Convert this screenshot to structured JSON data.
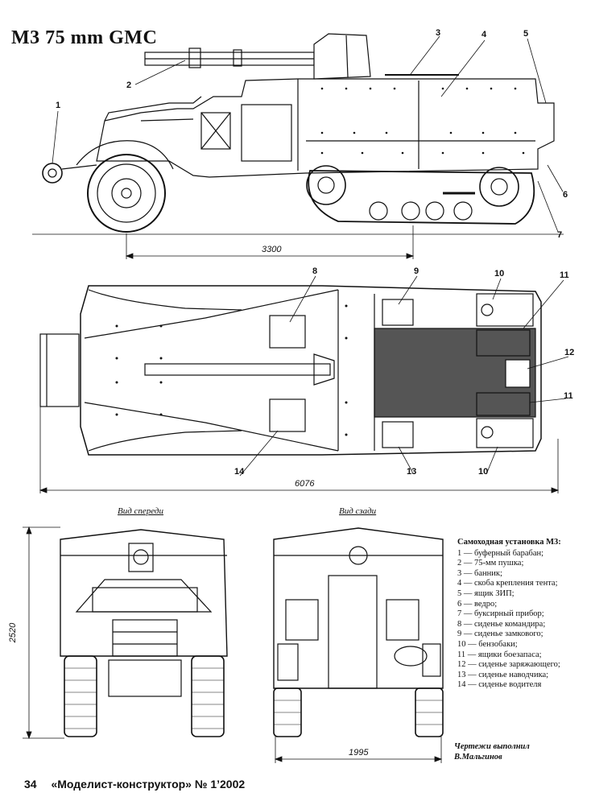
{
  "title": "M3 75 mm GMC",
  "callouts": [
    "1",
    "2",
    "3",
    "4",
    "5",
    "6",
    "7",
    "8",
    "9",
    "10",
    "11",
    "12",
    "11",
    "14",
    "13",
    "10"
  ],
  "dimensions": {
    "wheelbase": "3300",
    "length": "6076",
    "height": "2520",
    "width": "1995"
  },
  "views": {
    "front": "Вид спереди",
    "rear": "Вид сзади"
  },
  "legend": {
    "title": "Самоходная установка М3:",
    "items": [
      "1 — буферный барабан;",
      "2 — 75-мм пушка;",
      "3 — банник;",
      "4 — скоба крепления тента;",
      "5 — ящик ЗИП;",
      "6 — ведро;",
      "7 — буксирный прибор;",
      "8 — сиденье командира;",
      "9 — сиденье замкового;",
      "10 — бензобаки;",
      "11 — ящики боезапаса;",
      "12 — сиденье заряжающего;",
      "13 — сиденье наводчика;",
      "14 — сиденье водителя"
    ]
  },
  "credit": {
    "line1": "Чертежи выполнил",
    "line2": "В.Мальгинов"
  },
  "footer": {
    "page": "34",
    "magazine": "«Моделист-конструктор» № 1’2002"
  }
}
